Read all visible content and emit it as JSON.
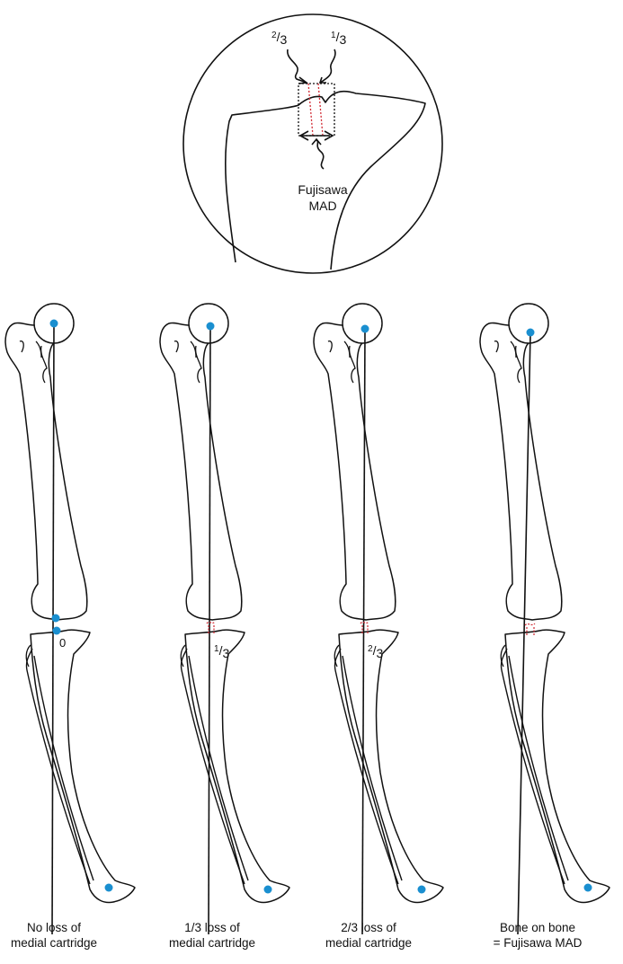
{
  "inset": {
    "two_thirds": {
      "num": "2",
      "den": "3"
    },
    "one_third": {
      "num": "1",
      "den": "3"
    },
    "label_line1": "Fujisawa",
    "label_line2": "MAD"
  },
  "panels": [
    {
      "knee_label": {
        "num": "0",
        "den": ""
      },
      "caption_line1": "No loss of",
      "caption_line2": "medial cartridge"
    },
    {
      "knee_label": {
        "num": "1",
        "den": "3"
      },
      "caption_line1": "1/3 loss of",
      "caption_line2": "medial cartridge"
    },
    {
      "knee_label": {
        "num": "2",
        "den": "3"
      },
      "caption_line1": "2/3 loss of",
      "caption_line2": "medial cartridge"
    },
    {
      "knee_label": {
        "num": "",
        "den": ""
      },
      "caption_line1": "Bone on bone",
      "caption_line2": "= Fujisawa MAD"
    }
  ],
  "colors": {
    "line": "#111111",
    "dot": "#1a8fd0",
    "cartilage": "#d0262f"
  }
}
